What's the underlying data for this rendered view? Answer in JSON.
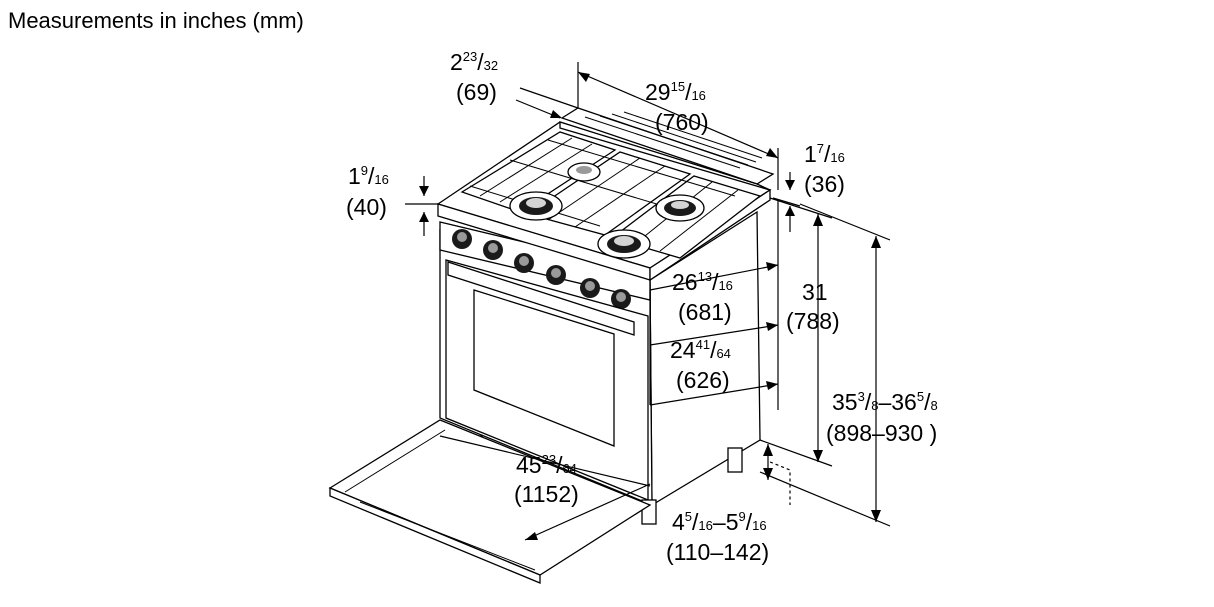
{
  "title": "Measurements in inches (mm)",
  "dimensions": {
    "back_offset": {
      "whole": "2",
      "num": "23",
      "den": "32",
      "mm": "(69)"
    },
    "width": {
      "whole": "29",
      "num": "15",
      "den": "16",
      "mm": "(760)"
    },
    "backguard_height": {
      "whole": "1",
      "num": "7",
      "den": "16",
      "mm": "(36)"
    },
    "cooktop_height": {
      "whole": "1",
      "num": "9",
      "den": "16",
      "mm": "(40)"
    },
    "depth_body": {
      "whole": "26",
      "num": "13",
      "den": "16",
      "mm": "(681)"
    },
    "depth_cabinet": {
      "whole": "24",
      "num": "41",
      "den": "64",
      "mm": "(626)"
    },
    "body_height": {
      "whole": "31",
      "mm": "(788)"
    },
    "total_height": {
      "whole1": "35",
      "num1": "3",
      "den1": "8",
      "sep": "–",
      "whole2": "36",
      "num2": "5",
      "den2": "8",
      "mm": "(898–930 )"
    },
    "door_open_depth": {
      "whole": "45",
      "num": "23",
      "den": "64",
      "mm": "(1152)"
    },
    "leg_height": {
      "whole1": "4",
      "num1": "5",
      "den1": "16",
      "sep": "–",
      "whole2": "5",
      "num2": "9",
      "den2": "16",
      "mm": "(110–142)"
    }
  }
}
